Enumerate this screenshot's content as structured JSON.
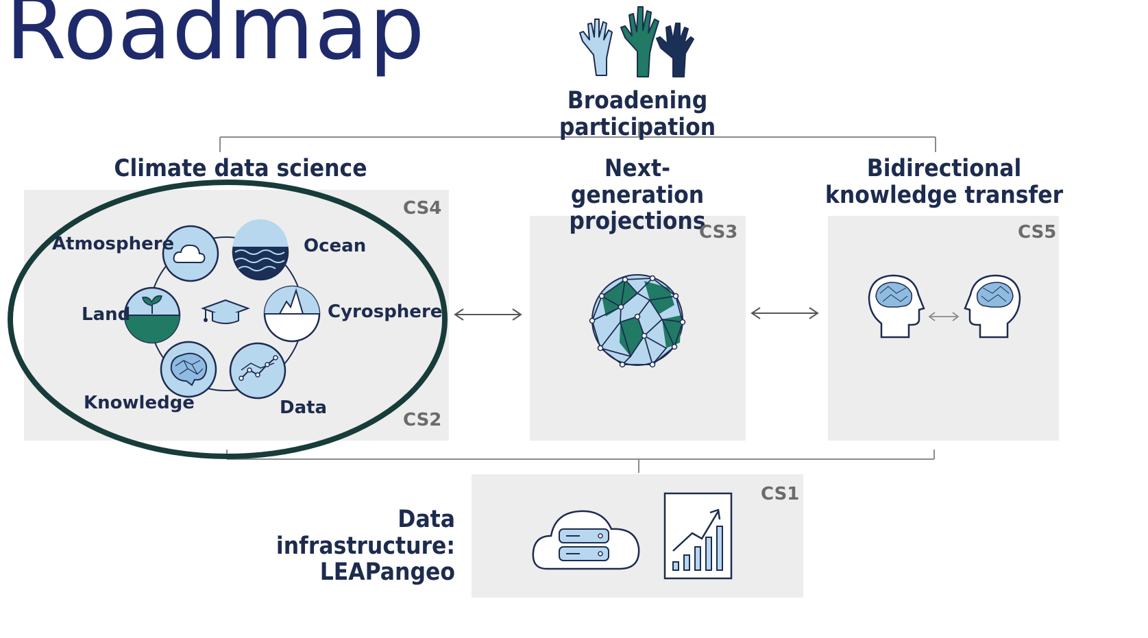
{
  "title": "Roadmap",
  "top": {
    "label": "Broadening participation"
  },
  "columns": [
    {
      "heading": "Climate data science",
      "codes": [
        "CS4",
        "CS2"
      ]
    },
    {
      "heading": "Next-generation projections",
      "code": "CS3"
    },
    {
      "heading": "Bidirectional knowledge transfer",
      "code": "CS5"
    }
  ],
  "cycle": [
    "Atmosphere",
    "Ocean",
    "Cyrosphere",
    "Data",
    "Knowledge",
    "Land"
  ],
  "bottom": {
    "label_line1": "Data infrastructure:",
    "label_line2": "LEAPangeo",
    "code": "CS1"
  },
  "colors": {
    "navy": "#1d2b4f",
    "light_blue": "#b7d7ef",
    "teal": "#217a64",
    "dark_navy": "#1b3056",
    "panel": "#ededed",
    "highlight": "#173c3a"
  }
}
